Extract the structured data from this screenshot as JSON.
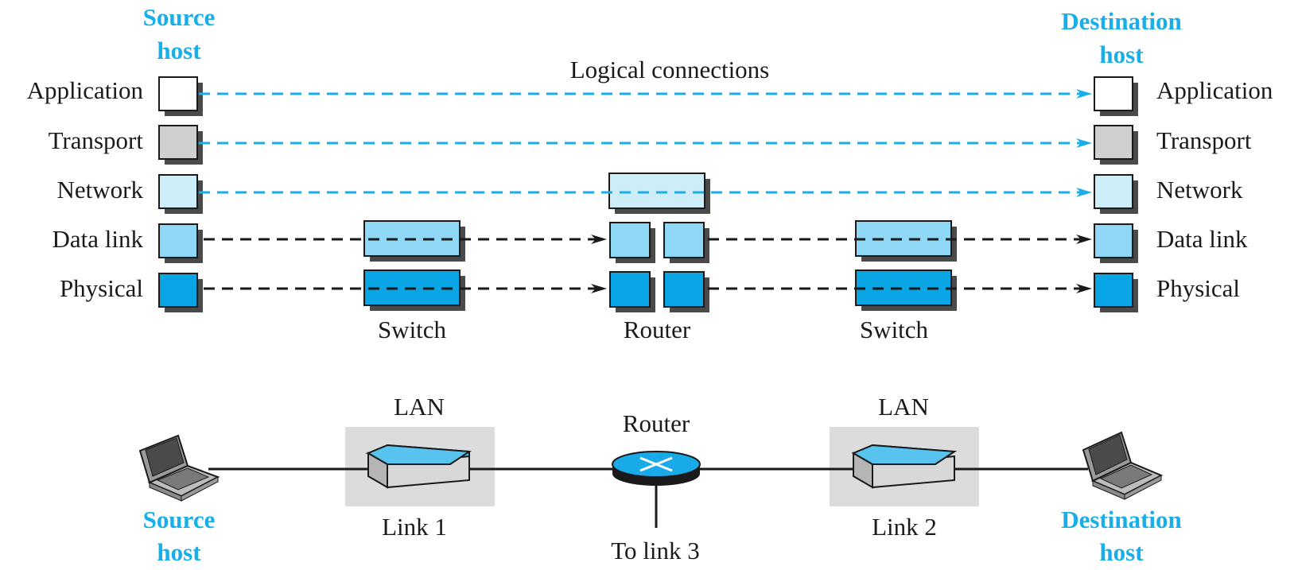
{
  "colors": {
    "accent": "#1aaee8",
    "application": "#ffffff",
    "transport": "#cfcfcf",
    "network": "#cdeef8",
    "datalink": "#8fd8f5",
    "physical": "#0aa5e4",
    "logical_arrow": "#1aaee8",
    "physical_arrow": "#1a1a1a"
  },
  "source_host": {
    "line1": "Source",
    "line2": "host"
  },
  "destination_host": {
    "line1": "Destination",
    "line2": "host"
  },
  "logical_connections_label": "Logical connections",
  "layers": {
    "application": "Application",
    "transport": "Transport",
    "network": "Network",
    "datalink": "Data link",
    "physical": "Physical"
  },
  "devices": {
    "switch_left": "Switch",
    "router": "Router",
    "switch_right": "Switch"
  },
  "bottom": {
    "lan_left": "LAN",
    "lan_right": "LAN",
    "router": "Router",
    "link1": "Link 1",
    "link2": "Link 2",
    "link3": "To link 3",
    "source_host": {
      "line1": "Source",
      "line2": "host"
    },
    "destination_host": {
      "line1": "Destination",
      "line2": "host"
    }
  }
}
